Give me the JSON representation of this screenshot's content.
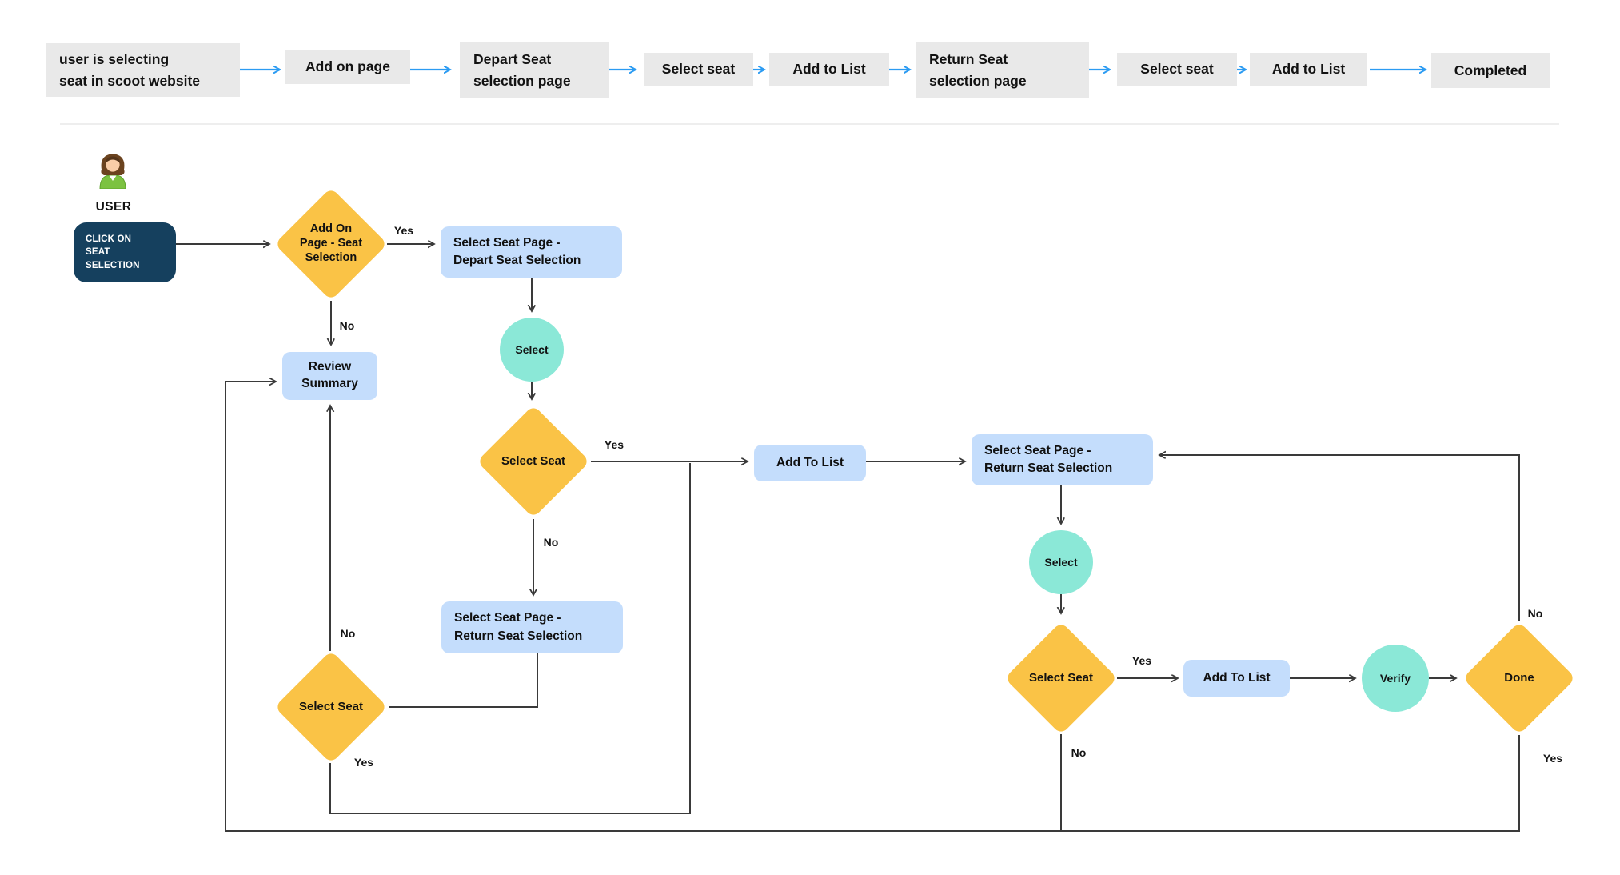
{
  "journey": {
    "steps": [
      {
        "label": "user is selecting\nseat in scoot website"
      },
      {
        "label": "Add on page"
      },
      {
        "label": "Depart Seat\nselection page"
      },
      {
        "label": "Select seat"
      },
      {
        "label": "Add to List"
      },
      {
        "label": "Return Seat\nselection page"
      },
      {
        "label": "Select seat"
      },
      {
        "label": "Add to List"
      },
      {
        "label": "Completed"
      }
    ]
  },
  "actor": {
    "name": "USER",
    "action": "CLICK ON\nSEAT\nSELECTION"
  },
  "nodes": {
    "addon_decision": "Add On\nPage - Seat\nSelection",
    "review_summary": "Review\nSummary",
    "depart_page": "Select Seat Page -\nDepart Seat Selection",
    "select_depart": "Select",
    "select_seat_depart": "Select Seat",
    "add_to_list_depart": "Add To List",
    "return_page_no_branch": "Select Seat Page -\nReturn Seat Selection",
    "select_seat_retry": "Select Seat",
    "return_page": "Select Seat Page -\nReturn Seat Selection",
    "select_return": "Select",
    "select_seat_return": "Select Seat",
    "add_to_list_return": "Add To List",
    "verify": "Verify",
    "done": "Done"
  },
  "edge_labels": {
    "addon_yes": "Yes",
    "addon_no": "No",
    "depart_select_seat_yes": "Yes",
    "depart_select_seat_no": "No",
    "retry_select_seat_no": "No",
    "retry_select_seat_yes": "Yes",
    "return_select_seat_yes": "Yes",
    "return_select_seat_no": "No",
    "done_no": "No",
    "done_yes": "Yes"
  },
  "colors": {
    "journey_box": "#E9E9E9",
    "journey_arrow": "#2B9BF2",
    "decision_fill": "#FAC346",
    "process_fill": "#C4DDFC",
    "state_fill": "#8BE8D7",
    "actor_action_fill": "#15405E",
    "connector": "#3A3A3A"
  }
}
